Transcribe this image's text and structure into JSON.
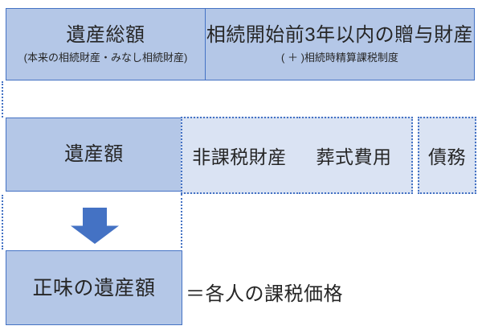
{
  "boxes": {
    "estate_total": {
      "title": "遺産総額",
      "subtitle": "(本来の相続財産・みなし相続財産)"
    },
    "gift_assets": {
      "title": "相続開始前3年以内の贈与財産",
      "subtitle": "( ＋ )相続時精算課税制度"
    },
    "estate_amount": {
      "label": "遺産額"
    },
    "net_estate": {
      "label": "正味の遺産額"
    }
  },
  "deductions": [
    {
      "label": "非課税財産"
    },
    {
      "label": "葬式費用"
    },
    {
      "label": "債務"
    }
  ],
  "result_text": "＝各人の課税価格",
  "colors": {
    "solid_box_fill": "#b4c7e7",
    "deduction_box_fill": "#dae3f3",
    "border_blue": "#4472c4",
    "arrow_blue": "#4472c4",
    "text": "#262626",
    "background": "#ffffff"
  }
}
